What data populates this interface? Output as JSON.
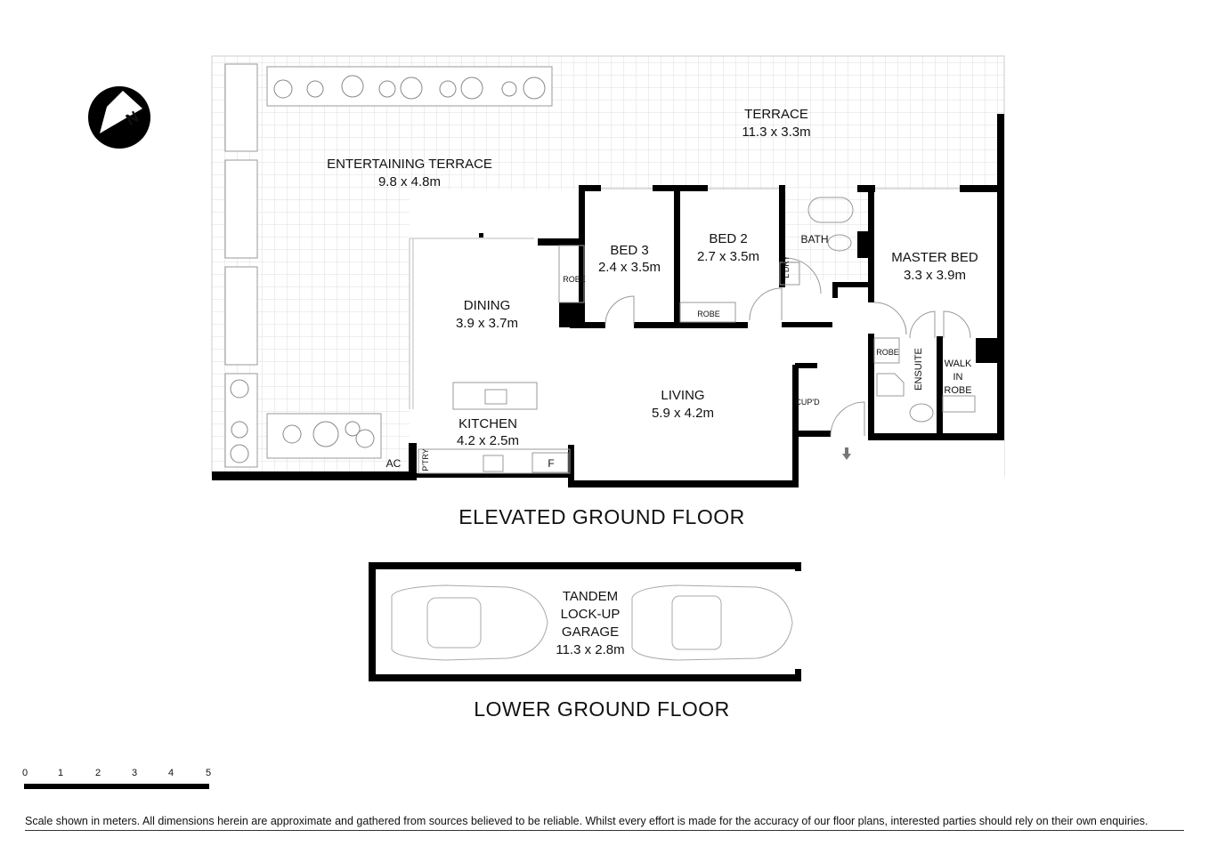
{
  "compass": {
    "label": "N",
    "icon": "north-arrow-icon"
  },
  "elevated_floor": {
    "title": "ELEVATED GROUND FLOOR",
    "rooms": [
      {
        "name": "TERRACE",
        "size": "11.3 x 3.3m"
      },
      {
        "name": "ENTERTAINING TERRACE",
        "size": "9.8 x 4.8m"
      },
      {
        "name": "BED 3",
        "size": "2.4 x 3.5m"
      },
      {
        "name": "BED 2",
        "size": "2.7 x 3.5m"
      },
      {
        "name": "MASTER BED",
        "size": "3.3 x 3.9m"
      },
      {
        "name": "DINING",
        "size": "3.9 x 3.7m"
      },
      {
        "name": "LIVING",
        "size": "5.9 x 4.2m"
      },
      {
        "name": "KITCHEN",
        "size": "4.2 x 2.5m"
      }
    ],
    "small_labels": {
      "bath": "BATH",
      "laundry": "L'DRY",
      "robe_bed3": "ROBE",
      "robe_bed2": "ROBE",
      "robe_ensuite": "ROBE",
      "ensuite": "ENSUITE",
      "walk_in_robe": [
        "WALK",
        "IN",
        "ROBE"
      ],
      "cupboard": "CUP'D",
      "pantry": "P'TRY",
      "ac": "AC",
      "fridge": "F"
    }
  },
  "lower_floor": {
    "title": "LOWER GROUND FLOOR",
    "garage_lines": [
      "TANDEM",
      "LOCK-UP",
      "GARAGE",
      "11.3 x 2.8m"
    ]
  },
  "scale_bar": {
    "ticks": [
      "0",
      "1",
      "2",
      "3",
      "4",
      "5"
    ],
    "unit": "meters"
  },
  "disclaimer": "Scale shown in meters. All dimensions herein are approximate and gathered from sources believed to be  reliable. Whilst every effort is made for the accuracy of our floor plans, interested parties should rely on their own enquiries."
}
